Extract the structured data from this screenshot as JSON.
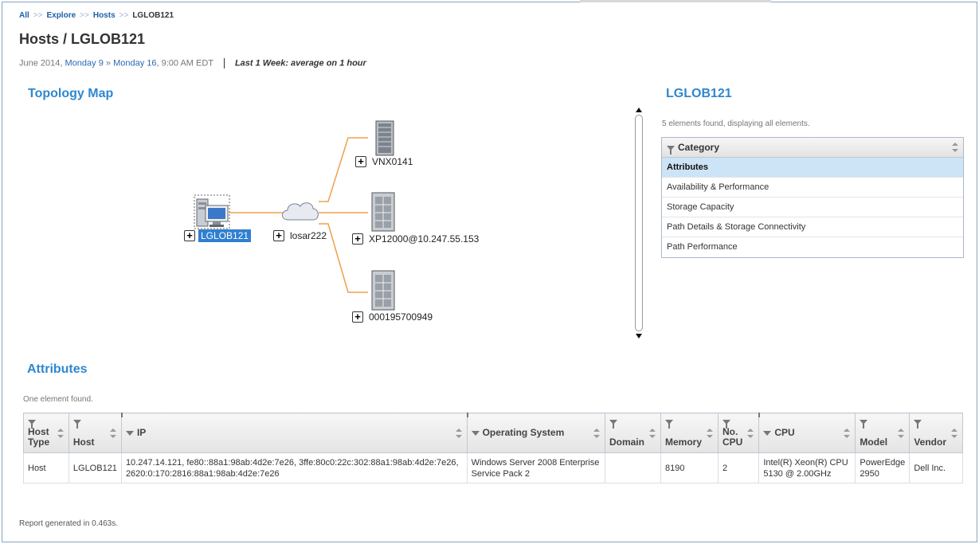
{
  "breadcrumb": {
    "items": [
      "All",
      "Explore",
      "Hosts"
    ],
    "separator": ">>",
    "current": "LGLOB121"
  },
  "page": {
    "title": "Hosts / LGLOB121",
    "date_prefix": "June 2014,",
    "date_from": "Monday 9",
    "date_sep": "»",
    "date_to": "Monday 16",
    "date_time": ", 9:00 AM EDT",
    "period": "Last 1 Week: average on 1 hour"
  },
  "topology": {
    "title": "Topology Map",
    "host": "LGLOB121",
    "switch": "losar222",
    "storage": [
      "VNX0141",
      "XP12000@10.247.55.153",
      "000195700949"
    ],
    "link_color": "#f0a04b"
  },
  "details": {
    "title": "LGLOB121",
    "found_text": "5 elements found, displaying all elements.",
    "column": "Category",
    "rows": [
      "Attributes",
      "Availability & Performance",
      "Storage Capacity",
      "Path Details & Storage Connectivity",
      "Path Performance"
    ]
  },
  "attributes": {
    "title": "Attributes",
    "found_text": "One element found.",
    "columns": [
      "Host Type",
      "Host",
      "IP",
      "Operating System",
      "Domain",
      "Memory",
      "No. CPU",
      "CPU",
      "Model",
      "Vendor"
    ],
    "row": {
      "host_type": "Host",
      "host": "LGLOB121",
      "ip_line1": "10.247.14.121, fe80::88a1:98ab:4d2e:7e26, 3ffe:80c0:22c:302:88a1:98ab:4d2e:7e26,",
      "ip_line2": "2620:0:170:2816:88a1:98ab:4d2e:7e26",
      "os_line1": "Windows Server 2008 Enterprise",
      "os_line2": "Service Pack 2",
      "domain": "",
      "memory": "8190",
      "cpu_count": "2",
      "cpu_line1": "Intel(R) Xeon(R) CPU",
      "cpu_line2": "5130 @ 2.00GHz",
      "model_line1": "PowerEdge",
      "model_line2": "2950",
      "vendor": "Dell Inc."
    }
  },
  "footer": "Report generated in 0.463s."
}
